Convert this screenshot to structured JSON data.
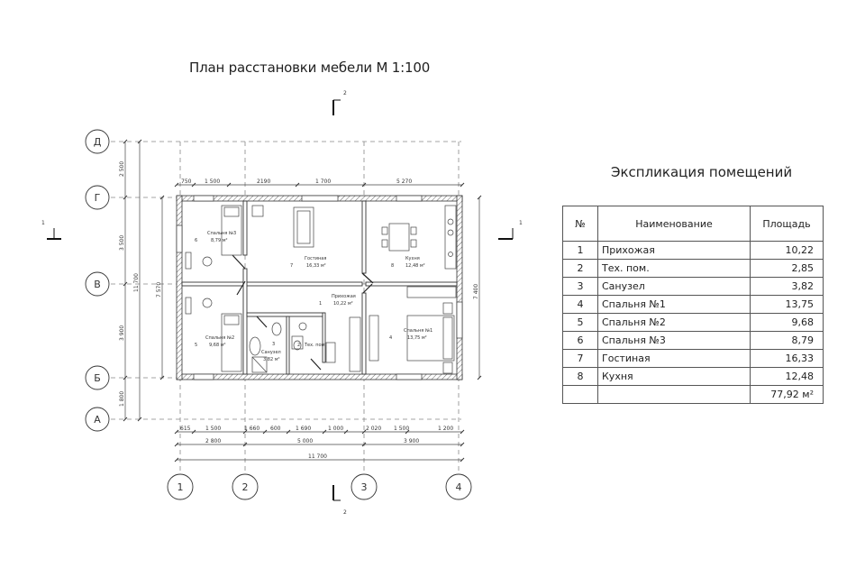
{
  "plan_title": "План расстановки мебели М 1:100",
  "explication": {
    "title": "Экспликация помещений",
    "headers": {
      "num": "№",
      "name": "Наименование",
      "area": "Площадь"
    },
    "rows": [
      {
        "num": "1",
        "name": "Прихожая",
        "area": "10,22"
      },
      {
        "num": "2",
        "name": "Тех. пом.",
        "area": "2,85"
      },
      {
        "num": "3",
        "name": "Санузел",
        "area": "3,82"
      },
      {
        "num": "4",
        "name": "Спальня №1",
        "area": "13,75"
      },
      {
        "num": "5",
        "name": "Спальня №2",
        "area": "9,68"
      },
      {
        "num": "6",
        "name": "Спальня №3",
        "area": "8,79"
      },
      {
        "num": "7",
        "name": "Гостиная",
        "area": "16,33"
      },
      {
        "num": "8",
        "name": "Кухня",
        "area": "12,48"
      }
    ],
    "total": "77,92 м²"
  },
  "axes": {
    "letters": [
      "Д",
      "Г",
      "В",
      "Б",
      "А"
    ],
    "numbers": [
      "1",
      "2",
      "3",
      "4"
    ]
  },
  "section_marks": {
    "horizontal": "1",
    "vertical": "2"
  },
  "dimensions": {
    "top": [
      "750",
      "1 500",
      "2190",
      "1 700",
      "5 270"
    ],
    "bottom_row1": [
      "615",
      "1 500",
      "1 660",
      "600",
      "1 690",
      "1 000",
      "2 020",
      "1 500",
      "1 200"
    ],
    "bottom_row2": [
      "2 800",
      "5 000",
      "3 900"
    ],
    "bottom_total": "11 700",
    "left_row": [
      "2 500",
      "3 500",
      "3 900",
      "1 800"
    ],
    "left_total": "11 700",
    "inner_left": "7 570",
    "right": "7 400"
  },
  "room_labels": {
    "bedroom3": "Спальня №3",
    "bedroom3_area": "8,79 м²",
    "living": "Гостиная",
    "living_area": "16,33 м²",
    "kitchen": "Кухня",
    "kitchen_area": "12,48 м²",
    "bedroom2": "Спальня №2",
    "bedroom2_area": "9,68 м²",
    "hall": "Прихожая",
    "hall_area": "10,22 м²",
    "bath": "Санузел",
    "bath_area": "3,82 м²",
    "tech": "Тех. пом.",
    "bedroom1": "Спальня №1",
    "bedroom1_area": "13,75 м²"
  },
  "room_numbers": {
    "bedroom3": "6",
    "living": "7",
    "kitchen": "8",
    "bedroom2": "5",
    "hall": "1",
    "bath": "3",
    "tech": "2",
    "bedroom1": "4"
  }
}
